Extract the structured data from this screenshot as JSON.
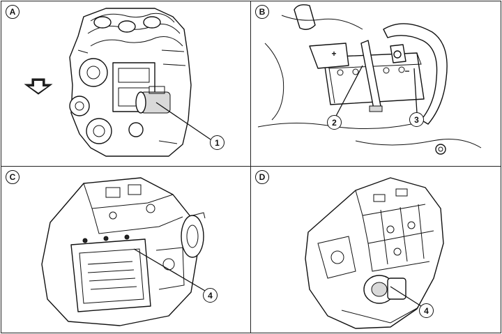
{
  "panels": [
    {
      "id": "A",
      "callouts": [
        "1"
      ]
    },
    {
      "id": "B",
      "callouts": [
        "2",
        "3"
      ],
      "battery_marks": [
        "+",
        "−"
      ]
    },
    {
      "id": "C",
      "callouts": [
        "4"
      ]
    },
    {
      "id": "D",
      "callouts": [
        "4"
      ]
    }
  ],
  "icons": {
    "panel_a_arrow": "down-arrow-icon"
  }
}
